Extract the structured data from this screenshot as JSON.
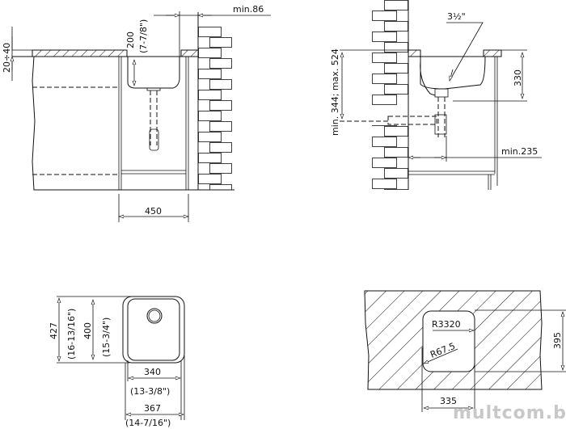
{
  "side_view_left": {
    "min_wall": "min.86",
    "counter_thickness": "20÷40",
    "depth_mm": "200",
    "depth_in": "(7-7/8\")",
    "cabinet_width": "450"
  },
  "side_view_right": {
    "drain_size": "3½\"",
    "height_range": "min. 344; max. 524",
    "depth": "330",
    "min_distance": "min.235"
  },
  "top_view": {
    "outer_height_mm": "427",
    "outer_height_in": "(16-13/16\")",
    "inner_height_mm": "400",
    "inner_height_in": "(15-3/4\")",
    "inner_width_mm": "340",
    "inner_width_in": "(13-3/8\")",
    "outer_width_mm": "367",
    "outer_width_in": "(14-7/16\")"
  },
  "cutout_view": {
    "outer_radius": "R3320",
    "corner_radius": "R67.5",
    "height": "395",
    "width": "335"
  },
  "watermark": "multcom.by"
}
